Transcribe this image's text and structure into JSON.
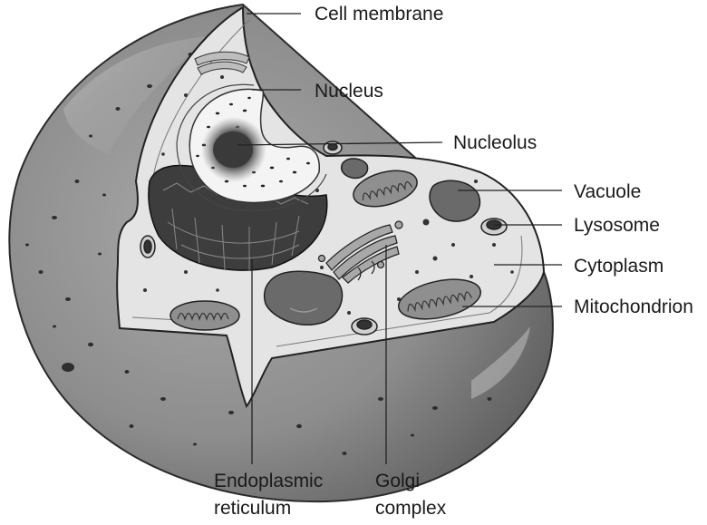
{
  "diagram": {
    "labels": {
      "cell_membrane": "Cell membrane",
      "nucleus": "Nucleus",
      "nucleolus": "Nucleolus",
      "vacuole": "Vacuole",
      "lysosome": "Lysosome",
      "cytoplasm": "Cytoplasm",
      "mitochondrion": "Mitochondrion",
      "er_line1": "Endoplasmic",
      "er_line2": "reticulum",
      "golgi_line1": "Golgi",
      "golgi_line2": "complex"
    }
  }
}
